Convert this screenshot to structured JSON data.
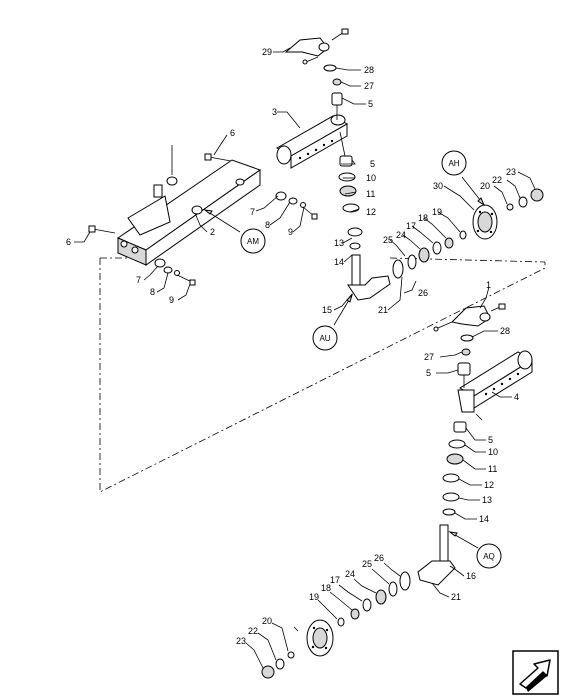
{
  "callouts": {
    "AH": "AH",
    "AM": "AM",
    "AU": "AU",
    "AQ": "AQ"
  },
  "part_labels": {
    "p29": "29",
    "p28a": "28",
    "p27a": "27",
    "p5a": "5",
    "p3": "3",
    "p6a": "6",
    "p5b": "5",
    "p10a": "10",
    "p11a": "11",
    "p12a": "12",
    "p7a": "7",
    "p8a": "8",
    "p9a": "9",
    "p2": "2",
    "p6b": "6",
    "p7b": "7",
    "p8b": "8",
    "p9b": "9",
    "p13a": "13",
    "p14a": "14",
    "p25a": "25",
    "p24a": "24",
    "p17a": "17",
    "p18a": "18",
    "p19a": "19",
    "p30": "30",
    "p20a": "20",
    "p22a": "22",
    "p23a": "23",
    "p26a": "26",
    "p21a": "21",
    "p15": "15",
    "p1": "1",
    "p28b": "28",
    "p27b": "27",
    "p5c": "5",
    "p4": "4",
    "p5d": "5",
    "p10b": "10",
    "p11b": "11",
    "p12b": "12",
    "p13b": "13",
    "p14b": "14",
    "p16": "16",
    "p21b": "21",
    "p26b": "26",
    "p25b": "25",
    "p24b": "24",
    "p17b": "17",
    "p18b": "18",
    "p19b": "19",
    "p20b": "20",
    "p22b": "22",
    "p23b": "23"
  },
  "icons": {
    "nav": "next-page-arrow-icon"
  }
}
